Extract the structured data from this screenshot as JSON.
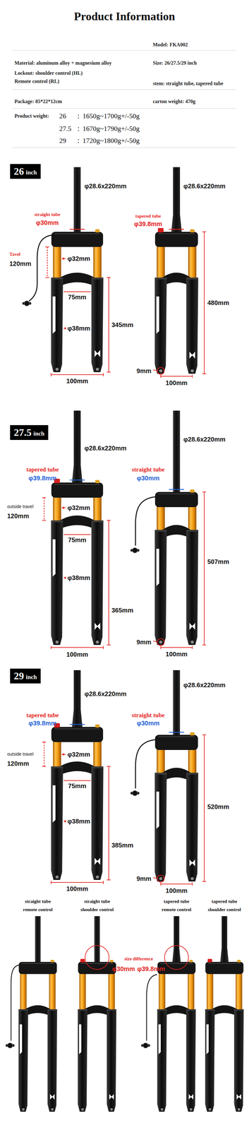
{
  "diagram": {
    "title": "Product Information",
    "nodes": [
      {
        "text": [
          "26",
          "inch"
        ]
      },
      {
        "text": [
          "27.5",
          "inch"
        ]
      },
      {
        "text": [
          "29",
          "inch"
        ]
      }
    ],
    "labels": [
      "Model: FKA002",
      "Material: aluminum alloy + magnesium alloy",
      "Size: 26/27.5/29 inch",
      "Lockout: shoulder control (HL)",
      "Remote control (RL)",
      "stem: straight tube, tapered tube",
      "Package: 85*22*12cm",
      "carton weight: 470g",
      "Product weight:",
      "26",
      "：",
      "1650g~1700g+/-50g",
      "27.5",
      "：",
      "1670g~1790g+/-50g",
      "29",
      "：",
      "1720g~1800g+/-50g",
      "φ28.6x220mm",
      "straight tube",
      "φ30mm",
      "Tavel",
      "120mm",
      "φ32mm",
      "75mm",
      "φ38mm",
      "345mm",
      "100mm",
      "φ28.6x220mm",
      "tapered tube",
      "φ39.8mm",
      "480mm",
      "9mm",
      "100mm",
      "φ28.6x220mm",
      "tapered tube",
      "φ39.8mm",
      "outside travel",
      "120mm",
      "φ32mm",
      "75mm",
      "φ38mm",
      "365mm",
      "100mm",
      "φ28.6x220mm",
      "straight tube",
      "φ30mm",
      "507mm",
      "9mm",
      "100mm",
      "φ28.6x220mm",
      "tapered tube",
      "φ39.8mm",
      "outside travel",
      "120mm",
      "φ32mm",
      "75mm",
      "φ38mm",
      "385mm",
      "100mm",
      "φ28.6x220mm",
      "straight tube",
      "φ30mm",
      "520mm",
      "9mm",
      "100mm",
      "straight tube",
      "remote control",
      "straight tube",
      "shoulder control",
      "tapered tube",
      "remote control",
      "tapered tube",
      "shoulder control",
      "size difference",
      "φ30mm",
      "φ39.8mm"
    ]
  }
}
